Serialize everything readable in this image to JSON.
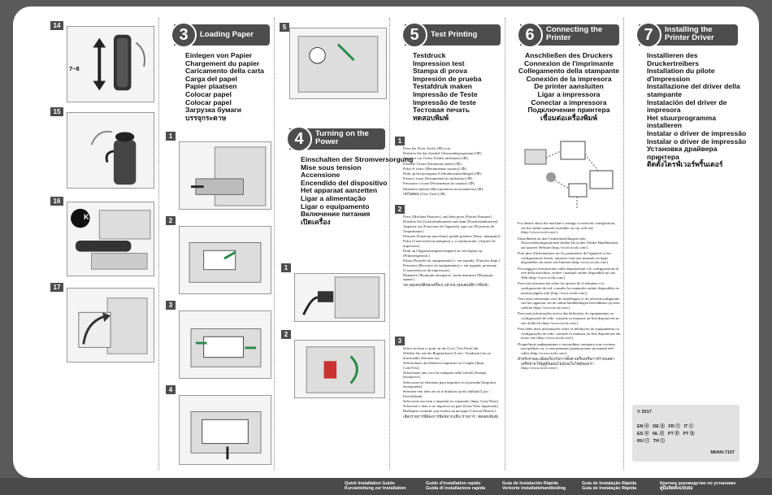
{
  "step3": {
    "number": "3",
    "title": "Loading Paper",
    "languages": [
      "Einlegen von Papier",
      "Chargement du papier",
      "Caricamento della carta",
      "Carga del papel",
      "Papier plaatsen",
      "Colocar papel",
      "Colocar papel",
      "Загрузка бумаги",
      "บรรจุกระดาษ"
    ],
    "figure_numbers": [
      "1",
      "2",
      "3",
      "4"
    ]
  },
  "step4": {
    "number": "4",
    "title": "Turning on the Power",
    "languages": [
      "Einschalten der Stromversorgung",
      "Mise sous tension",
      "Accensione",
      "Encendido del dispositivo",
      "Het apparaat aanzetten",
      "Ligar a alimentação",
      "Ligar o equipamento",
      "Включение питания",
      "เปิดเครื่อง"
    ],
    "figure_numbers": [
      "1",
      "2"
    ]
  },
  "step5": {
    "number": "5",
    "title": "Test Printing",
    "languages": [
      "Testdruck",
      "Impression test",
      "Stampa di prova",
      "Impresión de prueba",
      "Testafdruk maken",
      "Impressão de Teste",
      "Impressão de teste",
      "Тестовая печать",
      "ทดสอบพิมพ์"
    ],
    "sub_numbers": [
      "1",
      "2",
      "3"
    ],
    "sub1_lines": [
      "Press the [User Tools] (⚙) icon.",
      "Drücken Sie das Symbol [Anwenderprogramm] (⚙).",
      "Appuyez sur l'icône [Outils utilisateur] (⚙).",
      "Premere l'icona [Strumenti utente] (⚙).",
      "Pulse el icono [Herramientas usuario] (⚙).",
      "Druk op het pictogram [Gebruikersinstellingen] (⚙).",
      "Prima o ícone [Ferramentas do utilizador] (⚙).",
      "Pressione o ícone [Ferramentas do usuário] (⚙).",
      "Нажмите значок [Инструменты пользователя] (⚙).",
      "กดไอคอน [User Tools] (⚙)."
    ],
    "sub2_lines": [
      "Press [Machine Features], and then press [Printer Features].",
      "Drücken Sie [Gerätefunktionen] und dann [Druckerfunktionen].",
      "Appuyez sur [Fonctions de l'appareil], puis sur [Fonctions de l'imprimante].",
      "Premere [Funzioni macchina], quindi premere [Funz. stampante].",
      "Pulse [Características máquina] y, a continuación, [Ajustes de impresora].",
      "Druk op [Apparaatseigenschappen] en vervolgens op [Printereigensch.].",
      "Prima [Funções do equipamento] e, em seguida, [Funções Impr.].",
      "Pressione [Recursos do equipamento] e, em seguida, pressione [Características da impressora].",
      "Нажмите [Функции аппарата], затем нажмите [Функции принт.].",
      "กด [คุณสมบัติของเครื่อง] แล้วกด [คุณสมบัติการพิมพ์]"
    ],
    "sub3_lines": [
      "Select an item to print on the [List / Test Print] tab.",
      "Wählen Sie auf der Registerkarte [Liste / Testdruck] ein zu druckendes Element aus.",
      "Sélectionnez un élément à imprimer sur l'onglet [Impr. Liste/Test].",
      "Selezionare una voce da stampare nella scheda [Stampa lista/prova].",
      "Seleccione un elemento para imprimir en la pestaña [Imprimir lista/prueba].",
      "Selecteer een item om af te drukken op het tabblad [Lijst / Proefafdruk].",
      "Seleccione um item a imprimir no separador [Impr. Lista/Teste].",
      "Selecione o item a ser impresso na guia [Lista/Teste impressão].",
      "Выберите элемент для печати на вкладке [Список/Печать].",
      "เลือกรายการที่ต้องการพิมพ์จากแท็บ [รายการ / ทดสอบพิมพ์]"
    ]
  },
  "step6": {
    "number": "6",
    "title": "Connecting the Printer",
    "languages": [
      "Anschließen des Druckers",
      "Connexion de l'imprimante",
      "Collegamento della stampante",
      "Conexión de la impresora",
      "De printer aansluiten",
      "Ligar a impressora",
      "Conectar a impressora",
      "Подключение принтера",
      "เชื่อมต่อเครื่องพิมพ์"
    ],
    "bullets": [
      "For details about the machine's settings or network configuration, see the online manuals available on our web site (http://www.ricoh.com/).",
      "Einzelheiten zu den Geräteeinstellungen oder Netzwerkkonfigurationen finden Sie in den Online-Handbüchern auf unserer Website (http://www.ricoh.com/).",
      "Pour plus d'informations sur les paramètres de l'appareil ou les configurations réseau, reportez-vous aux manuels en ligne disponibles sur notre site Internet (http://www.ricoh.com/).",
      "Per maggiori informazioni sulle impostazioni o le configurazioni di rete della macchina, vedere i manuali online disponibili sul sito Web (http://www.ricoh.com/).",
      "Para más información sobre los ajustes de la máquina o la configuración de red, consulte los manuales online disponibles en nuestra página web (http://www.ricoh.com/).",
      "Voor meer informatie over de instellingen of de netwerkconfiguratie van het apparaat, zie de online handleidingen beschikbaar op onze website (http://www.ricoh.com/).",
      "Para mais informações acerca das definições do equipamento ou configurações de rede, consulte os manuais on-line disponíveis no site da Ricoh (http://www.ricoh.com/).",
      "Para obter mais informações sobre as definições do equipamento ou configurações de rede, consulte os manuais on-line disponíveis em nosso site (http://www.ricoh.com/).",
      "Подробную информацию о настройках аппарата или сетевых настройках см. в электронных руководствах на нашем веб-сайте (http://www.ricoh.com/).",
      "สำหรับรายละเอียดเกี่ยวกับการตั้งค่าเครื่องหรือการกำหนดค่าเครือข่าย ให้ดูคู่มือออนไลน์บนเว็บไซต์ของเรา (http://www.ricoh.com/)"
    ]
  },
  "step7": {
    "number": "7",
    "title": "Installing the Printer Driver",
    "languages": [
      "Installieren des Druckertreibers",
      "Installation du pilote d'impression",
      "Installazione del driver della stampante",
      "Instalación del driver de impresora",
      "Het stuurprogramma installeren",
      "Instalar o driver de impressão",
      "Instalar o driver de impressão",
      "Установка драйвера принтера",
      "ติดตั้งไดรฟ์เวอร์พริ้นเตอร์"
    ]
  },
  "left_column": {
    "step_numbers": [
      "14",
      "15",
      "16",
      "17"
    ],
    "rotation_label": "7~8",
    "toner_label": "K"
  },
  "copyright": {
    "year": "© 2017",
    "codes": [
      "EN",
      "DE",
      "FR",
      "IT",
      "ES",
      "NL",
      "PT",
      "PT",
      "RU",
      "TH"
    ],
    "model": "M0AN-7107"
  },
  "footer": {
    "guides": [
      [
        "Quick Installation Guide",
        "Kurzanleitung zur Installation"
      ],
      [
        "Guide d'installation rapide",
        "Guida di installazione rapida"
      ],
      [
        "Guía de Instalación Rápida",
        "Verkorte installatiehandleiding"
      ],
      [
        "Guia de Instalação Rápida",
        "Guia de Instalação Rápida"
      ],
      [
        "Краткое руководство по установке",
        "คู่มือติดตั้งฉบับย่อ"
      ]
    ]
  },
  "colors": {
    "header_bg": "#4d4d4d",
    "footer_bg": "#4a4a4a",
    "page_bg": "#ffffff",
    "copyright_box": "#e2e2e2"
  }
}
